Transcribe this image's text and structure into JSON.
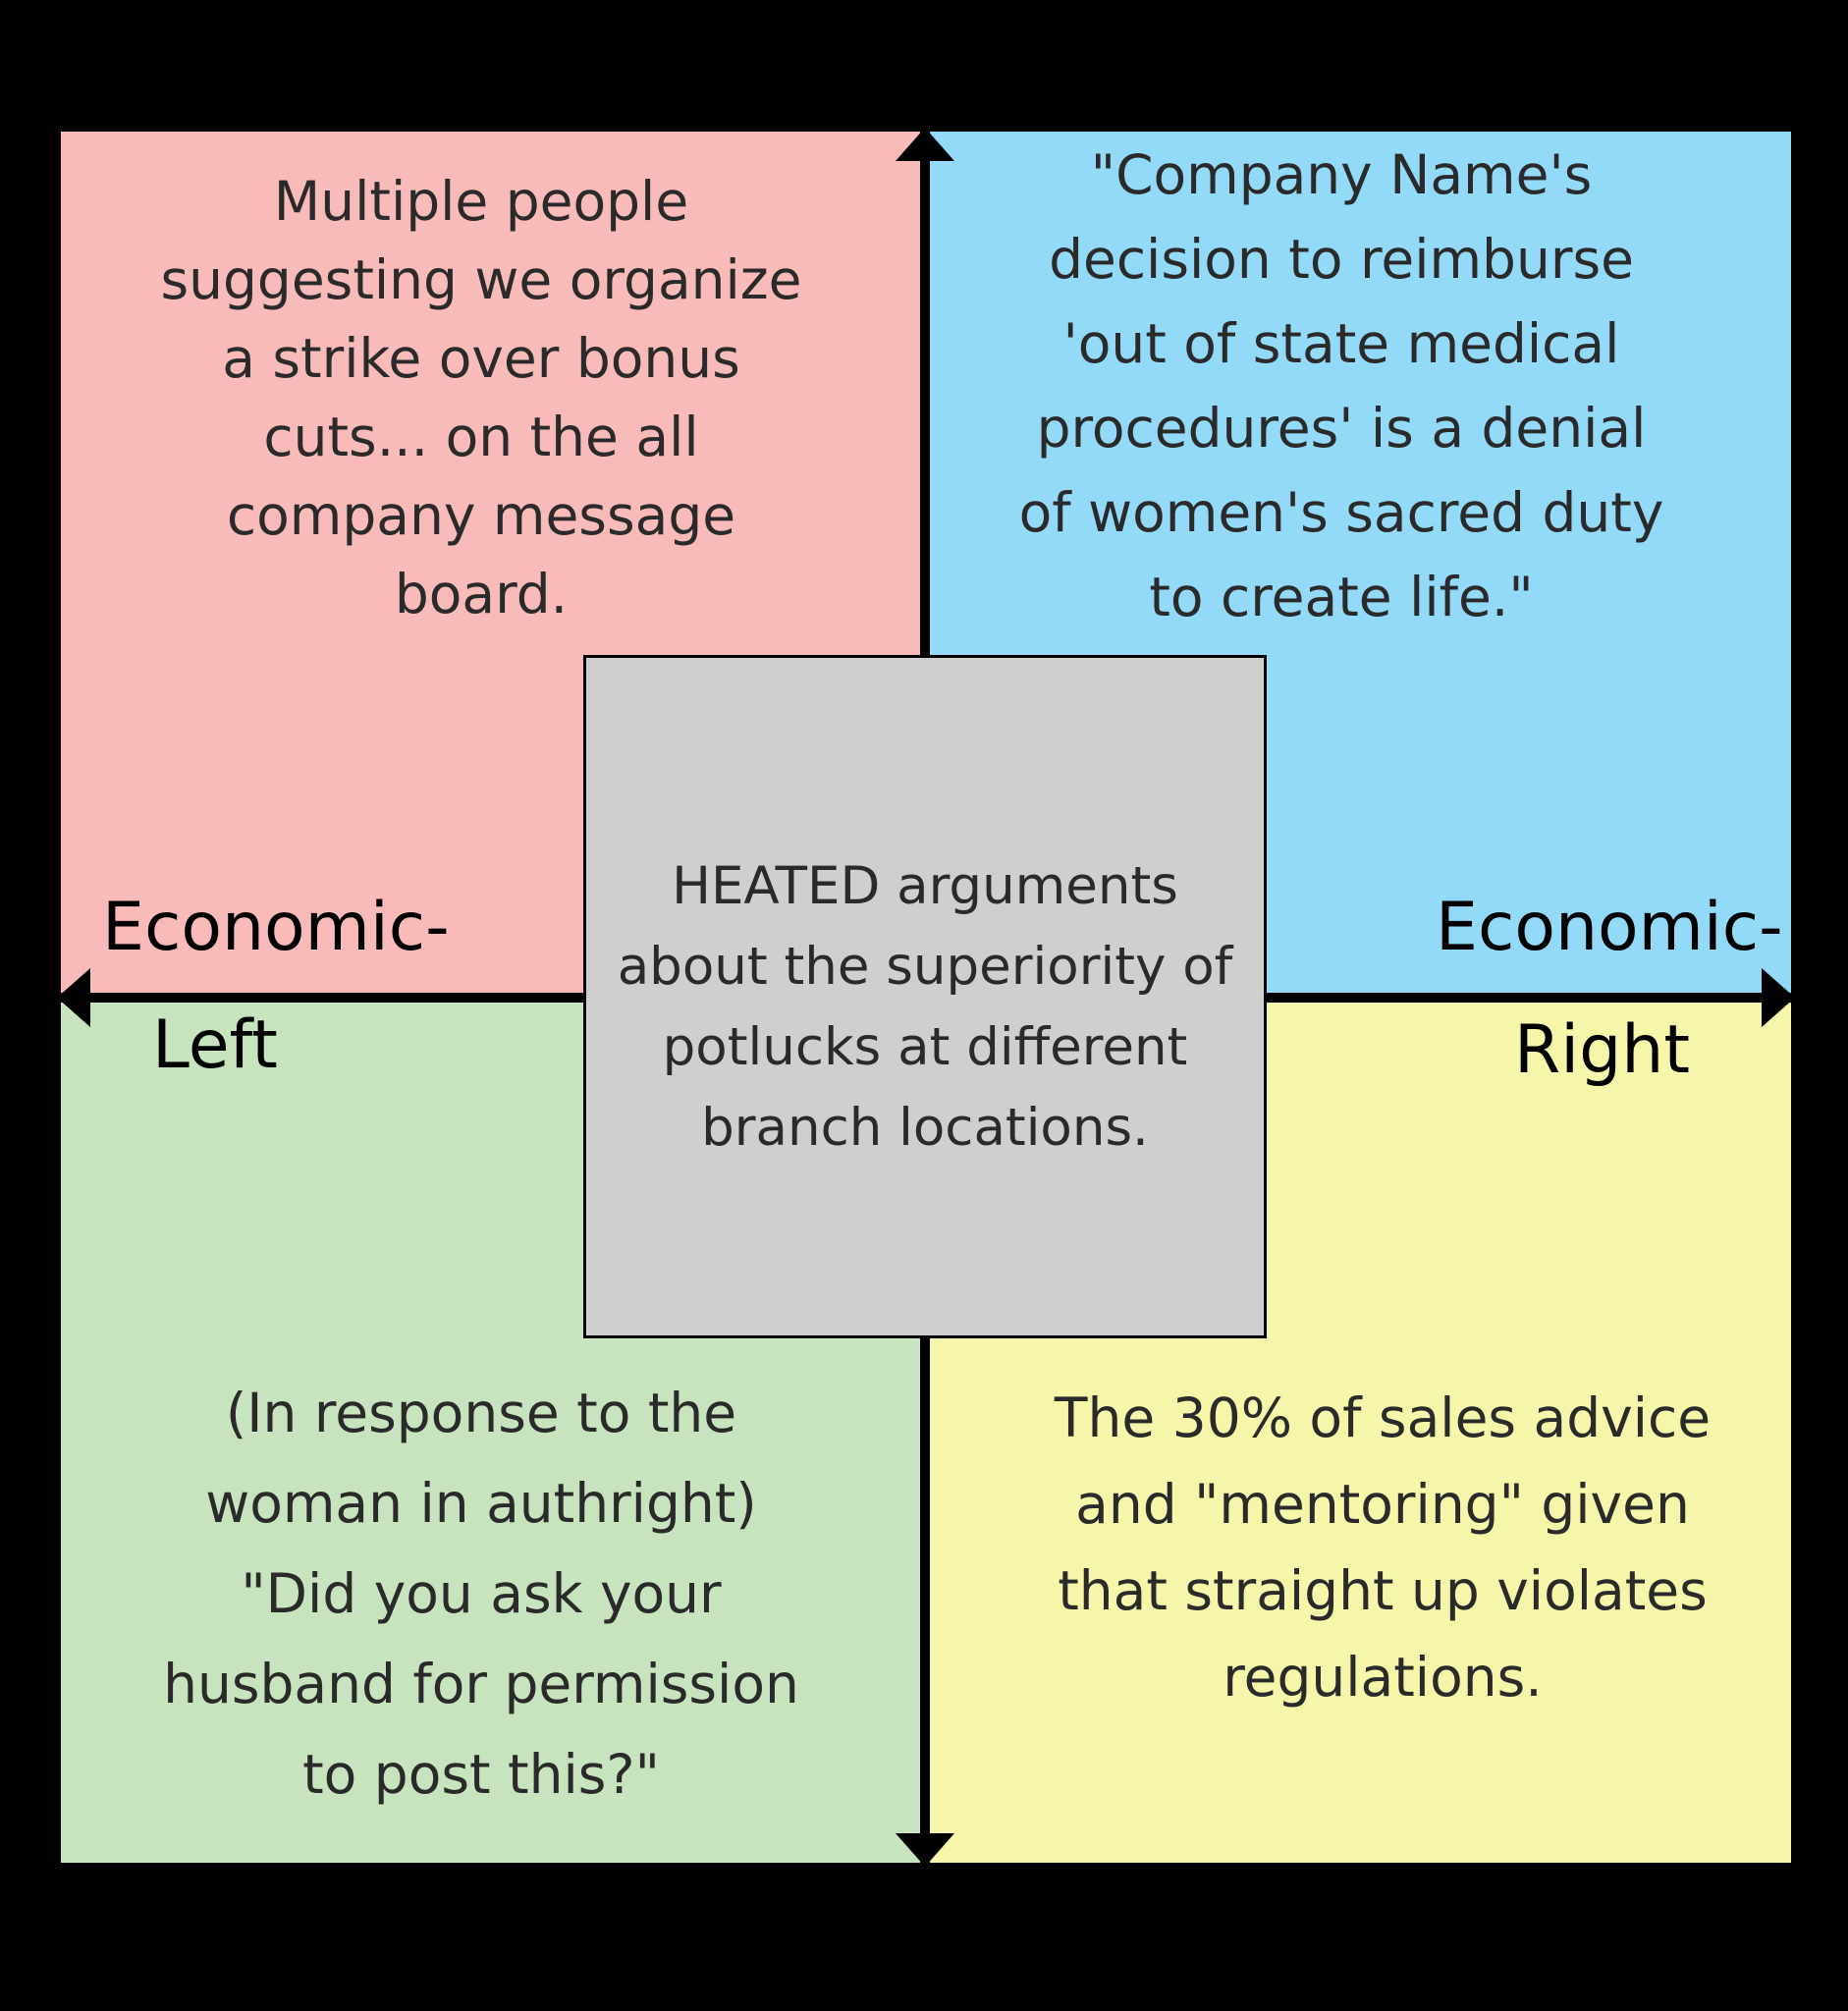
{
  "colors": {
    "top_left": "#f9baba",
    "top_right": "#93d9f8",
    "bottom_left": "#c8e4bf",
    "bottom_right": "#f5f6a9",
    "center": "#cfcfcf",
    "background": "#000000"
  },
  "quadrants": {
    "top_left": {
      "lines": [
        "Multiple people",
        "suggesting we organize",
        "a strike over bonus",
        "cuts... on the all",
        "company message",
        "board."
      ]
    },
    "top_right": {
      "lines": [
        "\"Company Name's",
        "decision to reimburse",
        "'out of state medical",
        "procedures' is a denial",
        "of women's sacred duty",
        "to create life.\""
      ]
    },
    "bottom_left": {
      "lines": [
        "(In response to the",
        "woman in authright)",
        "\"Did you ask your",
        "husband for permission",
        "to post this?\""
      ]
    },
    "bottom_right": {
      "lines": [
        "The 30% of sales advice",
        "and \"mentoring\" given",
        "that straight up violates",
        "regulations."
      ]
    }
  },
  "center": {
    "lines": [
      "HEATED arguments",
      "about the superiority of",
      "potlucks at different",
      "branch locations."
    ]
  },
  "axis_labels": {
    "left": [
      "Economic-",
      "Left"
    ],
    "right": [
      "Economic-",
      "Right"
    ]
  },
  "icons": [
    "arrow-up-icon",
    "arrow-down-icon",
    "arrow-left-icon",
    "arrow-right-icon"
  ]
}
